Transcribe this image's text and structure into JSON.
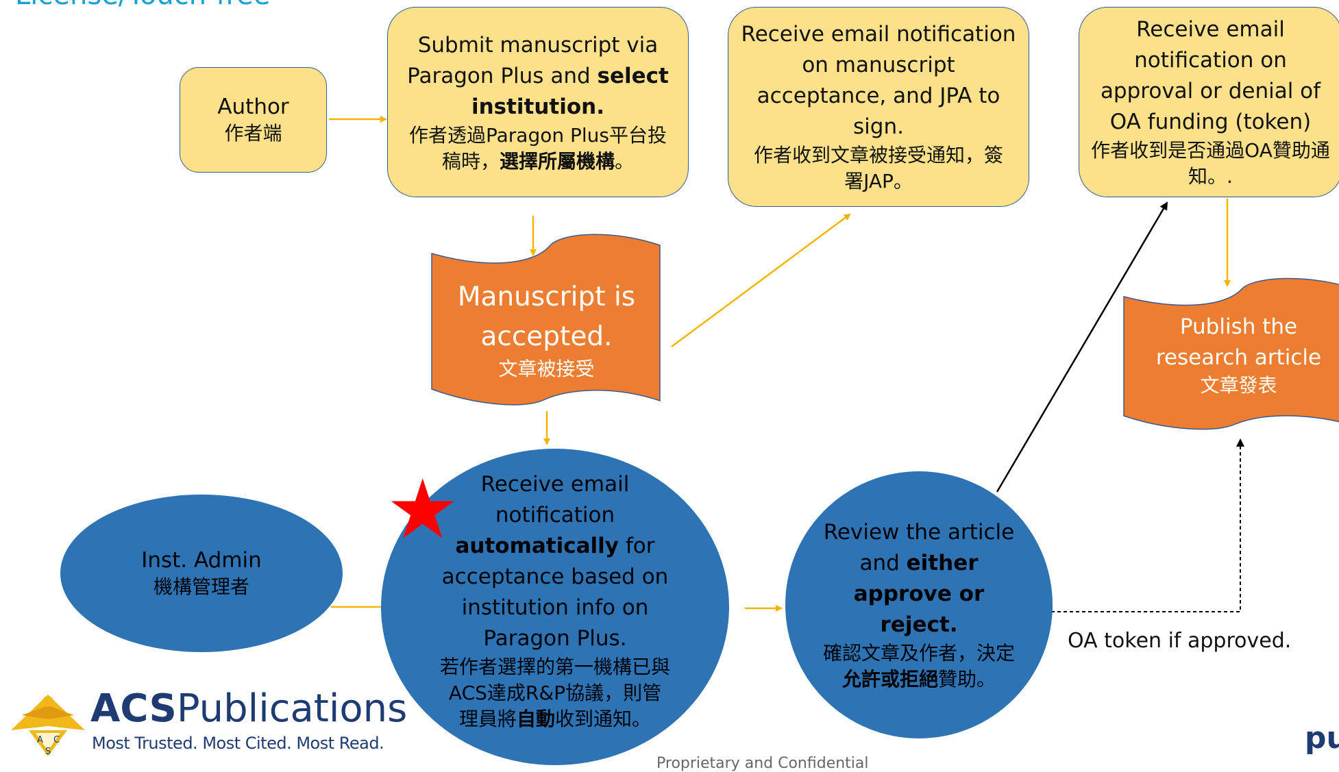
{
  "page_title": "License/Touch-free",
  "author_box": {
    "en": "Author",
    "zh": "作者端"
  },
  "submit_box": {
    "en_a": "Submit manuscript via Paragon Plus and ",
    "en_b": "select institution.",
    "zh_a": "作者透過Paragon Plus平台投稿時，",
    "zh_b": "選擇所屬機構",
    "zh_c": "。"
  },
  "accept_notice_box": {
    "en": "Receive email notification on manuscript acceptance, and JPA to sign.",
    "zh": "作者收到文章被接受通知，簽署JAP。"
  },
  "funding_notice_box": {
    "en": "Receive email notification on approval or denial of OA funding (token)",
    "zh": "作者收到是否通過OA贊助通知。."
  },
  "accepted_doc": {
    "en": "Manuscript is accepted.",
    "zh": "文章被接受"
  },
  "publish_doc": {
    "en": "Publish the research article",
    "zh": "文章發表"
  },
  "admin_ellipse": {
    "en": "Inst. Admin",
    "zh": "機構管理者"
  },
  "auto_notice_circle": {
    "en_a": "Receive email notification ",
    "en_b": "automatically",
    "en_c": " for acceptance based on institution info on Paragon Plus.",
    "zh_a": "若作者選擇的第一機構已與ACS達成R&P協議，則管理員將",
    "zh_b": "自動",
    "zh_c": "收到通知。"
  },
  "review_circle": {
    "en_a": "Review the article and ",
    "en_b": "either approve or reject.",
    "zh_a": "確認文章及作者，決定",
    "zh_b": "允許或拒絕",
    "zh_c": "贊助。"
  },
  "token_label": "OA token if approved.",
  "logo": {
    "name_bold": "ACS",
    "name_rest": "Publications",
    "tagline": "Most Trusted. Most Cited. Most Read."
  },
  "footer": "Proprietary and Confidential",
  "corner_text": "pu",
  "colors": {
    "yellow": "#fde18a",
    "orange": "#ed7d31",
    "blue": "#2e74b5",
    "arrow": "#f5b400",
    "title": "#16a0d8"
  }
}
